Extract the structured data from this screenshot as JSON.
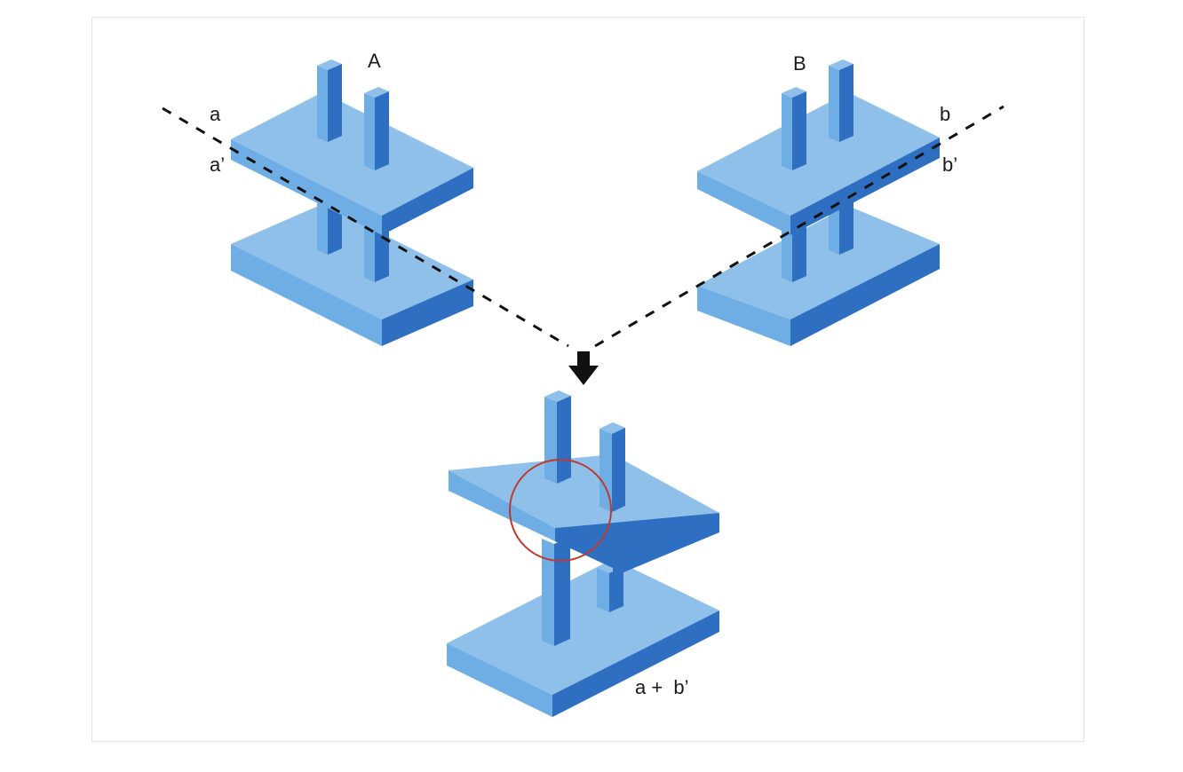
{
  "diagram": {
    "labels": {
      "structure_a": "A",
      "structure_b": "B",
      "line_a_top": "a",
      "line_a_bottom": "a’",
      "line_b_top": "b",
      "line_b_bottom": "b’",
      "combined": "a +  b’"
    },
    "colors": {
      "plate_top": "#8fc0ea",
      "plate_left": "#6eaee4",
      "plate_right": "#2f6fc2",
      "dashed_line": "#111111",
      "arrow": "#111111",
      "highlight_circle": "#c0392b"
    }
  }
}
